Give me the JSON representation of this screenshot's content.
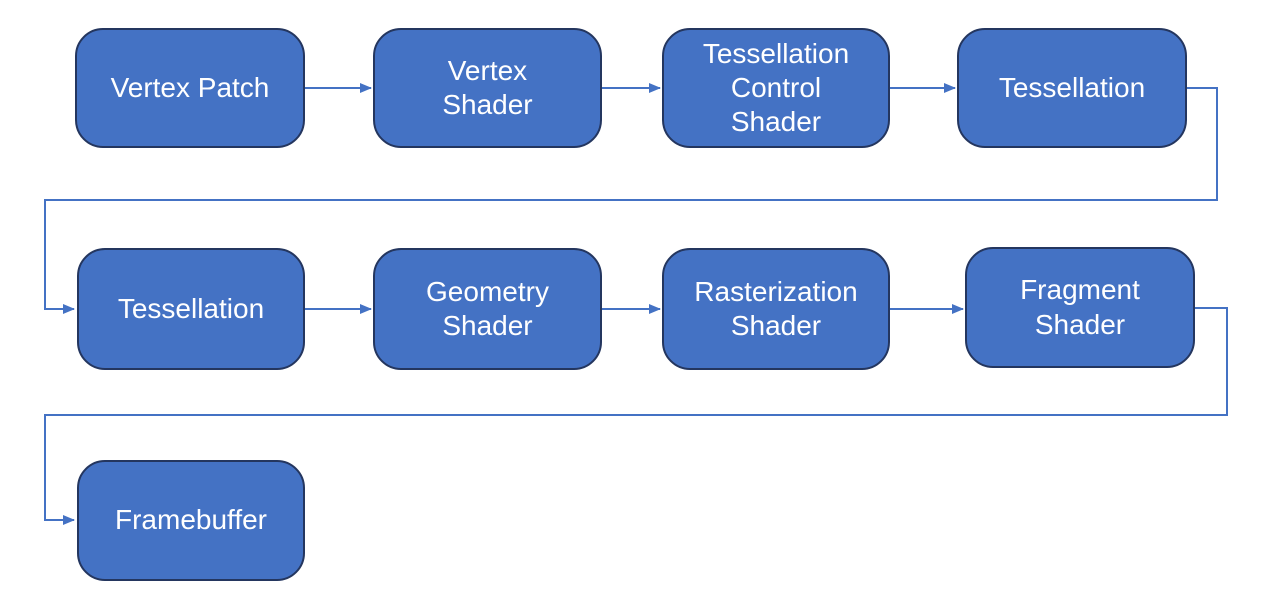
{
  "diagram": {
    "title": "Graphics pipeline flowchart",
    "colors": {
      "node_fill": "#4472C4",
      "node_border": "#24365F",
      "connector_color": "#4472C4",
      "text_color": "#FFFFFF",
      "background": "#FFFFFF"
    },
    "nodes": [
      {
        "id": "vertex-patch",
        "label": "Vertex Patch"
      },
      {
        "id": "vertex-shader",
        "label": "Vertex\nShader"
      },
      {
        "id": "tessellation-control-shader",
        "label": "Tessellation\nControl\nShader"
      },
      {
        "id": "tessellation-1",
        "label": "Tessellation"
      },
      {
        "id": "tessellation-2",
        "label": "Tessellation"
      },
      {
        "id": "geometry-shader",
        "label": "Geometry\nShader"
      },
      {
        "id": "rasterization-shader",
        "label": "Rasterization\nShader"
      },
      {
        "id": "fragment-shader",
        "label": "Fragment\nShader"
      },
      {
        "id": "framebuffer",
        "label": "Framebuffer"
      }
    ],
    "edges": [
      {
        "from": "vertex-patch",
        "to": "vertex-shader"
      },
      {
        "from": "vertex-shader",
        "to": "tessellation-control-shader"
      },
      {
        "from": "tessellation-control-shader",
        "to": "tessellation-1"
      },
      {
        "from": "tessellation-1",
        "to": "tessellation-2"
      },
      {
        "from": "tessellation-2",
        "to": "geometry-shader"
      },
      {
        "from": "geometry-shader",
        "to": "rasterization-shader"
      },
      {
        "from": "rasterization-shader",
        "to": "fragment-shader"
      },
      {
        "from": "fragment-shader",
        "to": "framebuffer"
      }
    ]
  }
}
